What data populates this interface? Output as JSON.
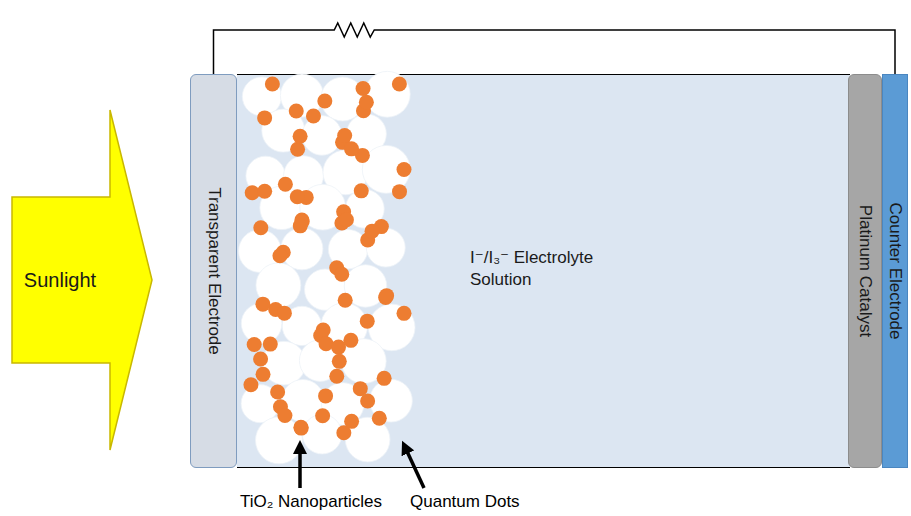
{
  "diagram": {
    "nodes": [
      {
        "text": [
          "Sunlight"
        ]
      },
      {
        "text": [
          "Transparent Electrode"
        ]
      },
      {
        "text": [
          "I⁻/I₃⁻ Electrolyte Solution"
        ]
      },
      {
        "text": [
          "Platinum Catalyst"
        ]
      },
      {
        "text": [
          "Counter Electrode"
        ]
      }
    ],
    "edges": [
      {
        "from": 1,
        "to": 4,
        "arrow": "none"
      }
    ],
    "labels": [
      "TiO₂ Nanoparticles",
      "Quantum Dots"
    ]
  }
}
